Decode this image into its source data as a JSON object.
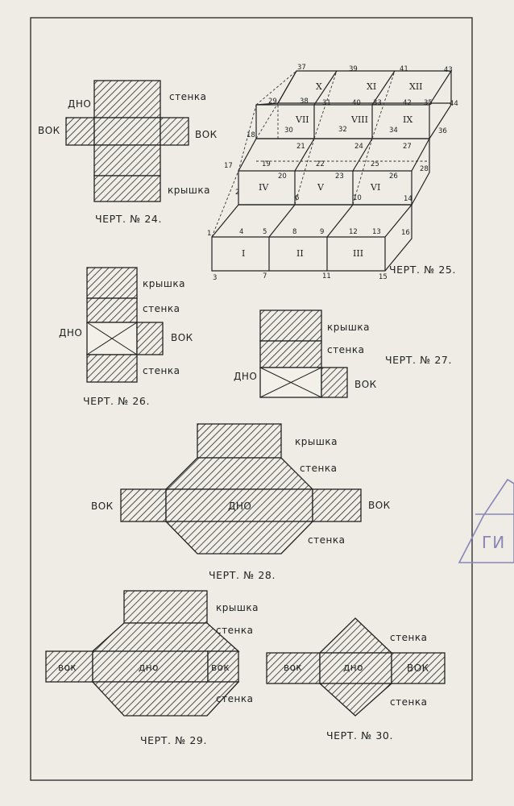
{
  "labels": {
    "dno": "ДНО",
    "dno_lower": "дно",
    "bok": "ВОК",
    "bok_lower": "вок",
    "stenka": "стенка",
    "kryshka": "крышка"
  },
  "captions": {
    "fig24": "ЧЕРТ. № 24.",
    "fig25": "ЧЕРТ. № 25.",
    "fig26": "ЧЕРТ. № 26.",
    "fig27": "ЧЕРТ. № 27.",
    "fig28": "ЧЕРТ. № 28.",
    "fig29": "ЧЕРТ. № 29.",
    "fig30": "ЧЕРТ. № 30."
  },
  "box_cells": [
    "I",
    "II",
    "III",
    "IV",
    "V",
    "VI",
    "VII",
    "VIII",
    "IX",
    "X",
    "XI",
    "XII"
  ],
  "vertex_numbers": [
    "1",
    "2",
    "3",
    "4",
    "5",
    "6",
    "7",
    "8",
    "9",
    "10",
    "11",
    "12",
    "13",
    "14",
    "15",
    "16",
    "17",
    "18",
    "19",
    "20",
    "21",
    "22",
    "23",
    "24",
    "25",
    "26",
    "27",
    "28",
    "29",
    "30",
    "31",
    "32",
    "33",
    "34",
    "35",
    "36",
    "37",
    "38",
    "39",
    "40",
    "41",
    "42",
    "43",
    "44"
  ],
  "stamp": {
    "text": "ГИ"
  },
  "colors": {
    "paper": "#eeece5",
    "ink": "#222222",
    "stamp": "#8a86b8",
    "background": "#d8d5cc"
  }
}
